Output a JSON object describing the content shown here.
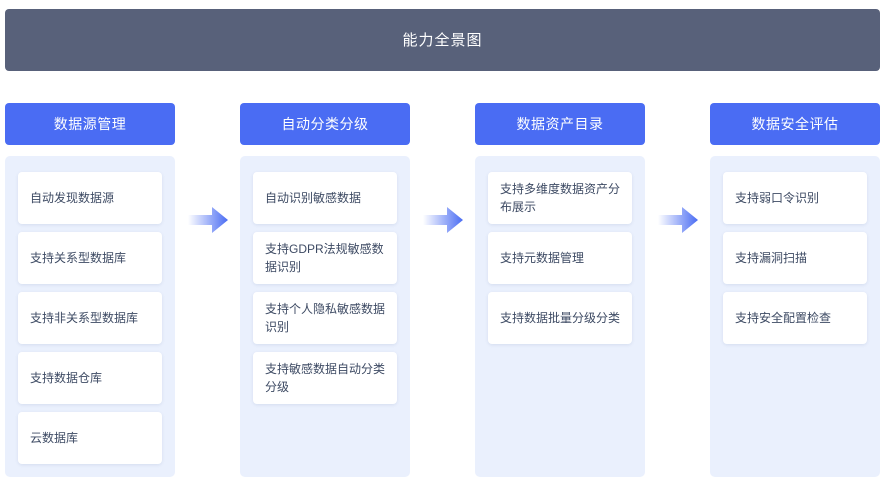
{
  "header": {
    "title": "能力全景图",
    "background_color": "#58617a",
    "text_color": "#ffffff"
  },
  "theme": {
    "accent_color": "#4a6cf3",
    "panel_background": "#eaf0fd",
    "card_background": "#ffffff",
    "card_text_color": "#3d4a63",
    "page_background": "#ffffff"
  },
  "arrows": [
    {
      "name": "arrow-1",
      "icon": "arrow-right-icon"
    },
    {
      "name": "arrow-2",
      "icon": "arrow-right-icon"
    },
    {
      "name": "arrow-3",
      "icon": "arrow-right-icon"
    }
  ],
  "columns": [
    {
      "header": "数据源管理",
      "items": [
        "自动发现数据源",
        "支持关系型数据库",
        "支持非关系型数据库",
        "支持数据仓库",
        "云数据库"
      ]
    },
    {
      "header": "自动分类分级",
      "items": [
        "自动识别敏感数据",
        "支持GDPR法规敏感数据识别",
        "支持个人隐私敏感数据识别",
        "支持敏感数据自动分类分级"
      ]
    },
    {
      "header": "数据资产目录",
      "items": [
        "支持多维度数据资产分布展示",
        "支持元数据管理",
        "支持数据批量分级分类"
      ]
    },
    {
      "header": "数据安全评估",
      "items": [
        "支持弱口令识别",
        "支持漏洞扫描",
        "支持安全配置检查"
      ]
    }
  ]
}
